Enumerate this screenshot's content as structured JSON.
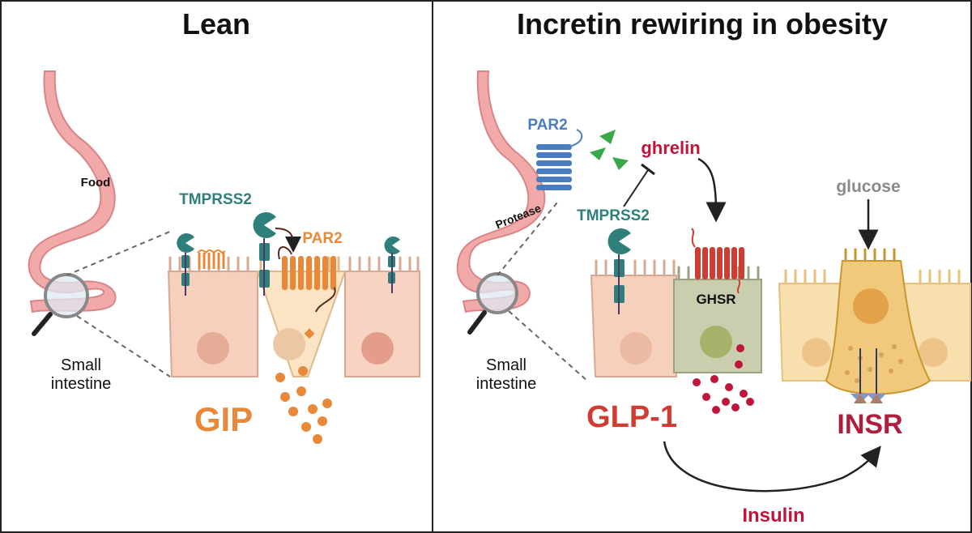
{
  "panels": {
    "left": {
      "title": "Lean"
    },
    "right": {
      "title": "Incretin rewiring in obesity"
    }
  },
  "labels": {
    "food": "Food",
    "small_intestine_line1": "Small",
    "small_intestine_line2": "intestine",
    "tmprss2": "TMPRSS2",
    "par2": "PAR2",
    "gip": "GIP",
    "protease": "Protease",
    "ghrelin": "ghrelin",
    "glucose": "glucose",
    "ghsr": "GHSR",
    "glp1": "GLP-1",
    "insr": "INSR",
    "insulin": "Insulin"
  },
  "colors": {
    "stomach": "#f2a9aa",
    "stomach_outline": "#d98486",
    "tmprss2": "#2f7f7a",
    "par2_left": "#e8893a",
    "par2_right": "#4a7cc0",
    "gip": "#e8893a",
    "ghrelin": "#c0153a",
    "glp1": "#cf3d32",
    "insr": "#b01e3c",
    "insulin": "#c0153a",
    "glucose": "#8a8a8a",
    "ghrelin_triangles": "#3aa84a",
    "enterocyte": "#f6cfbd",
    "l_cell": "#c9cfae",
    "beta_cell": "#f0c97c"
  },
  "icons": [
    "magnifier-icon",
    "tmprss2-pacman-icon",
    "receptor-7tm-icon",
    "inhibition-bar-icon",
    "arrow-icon"
  ]
}
